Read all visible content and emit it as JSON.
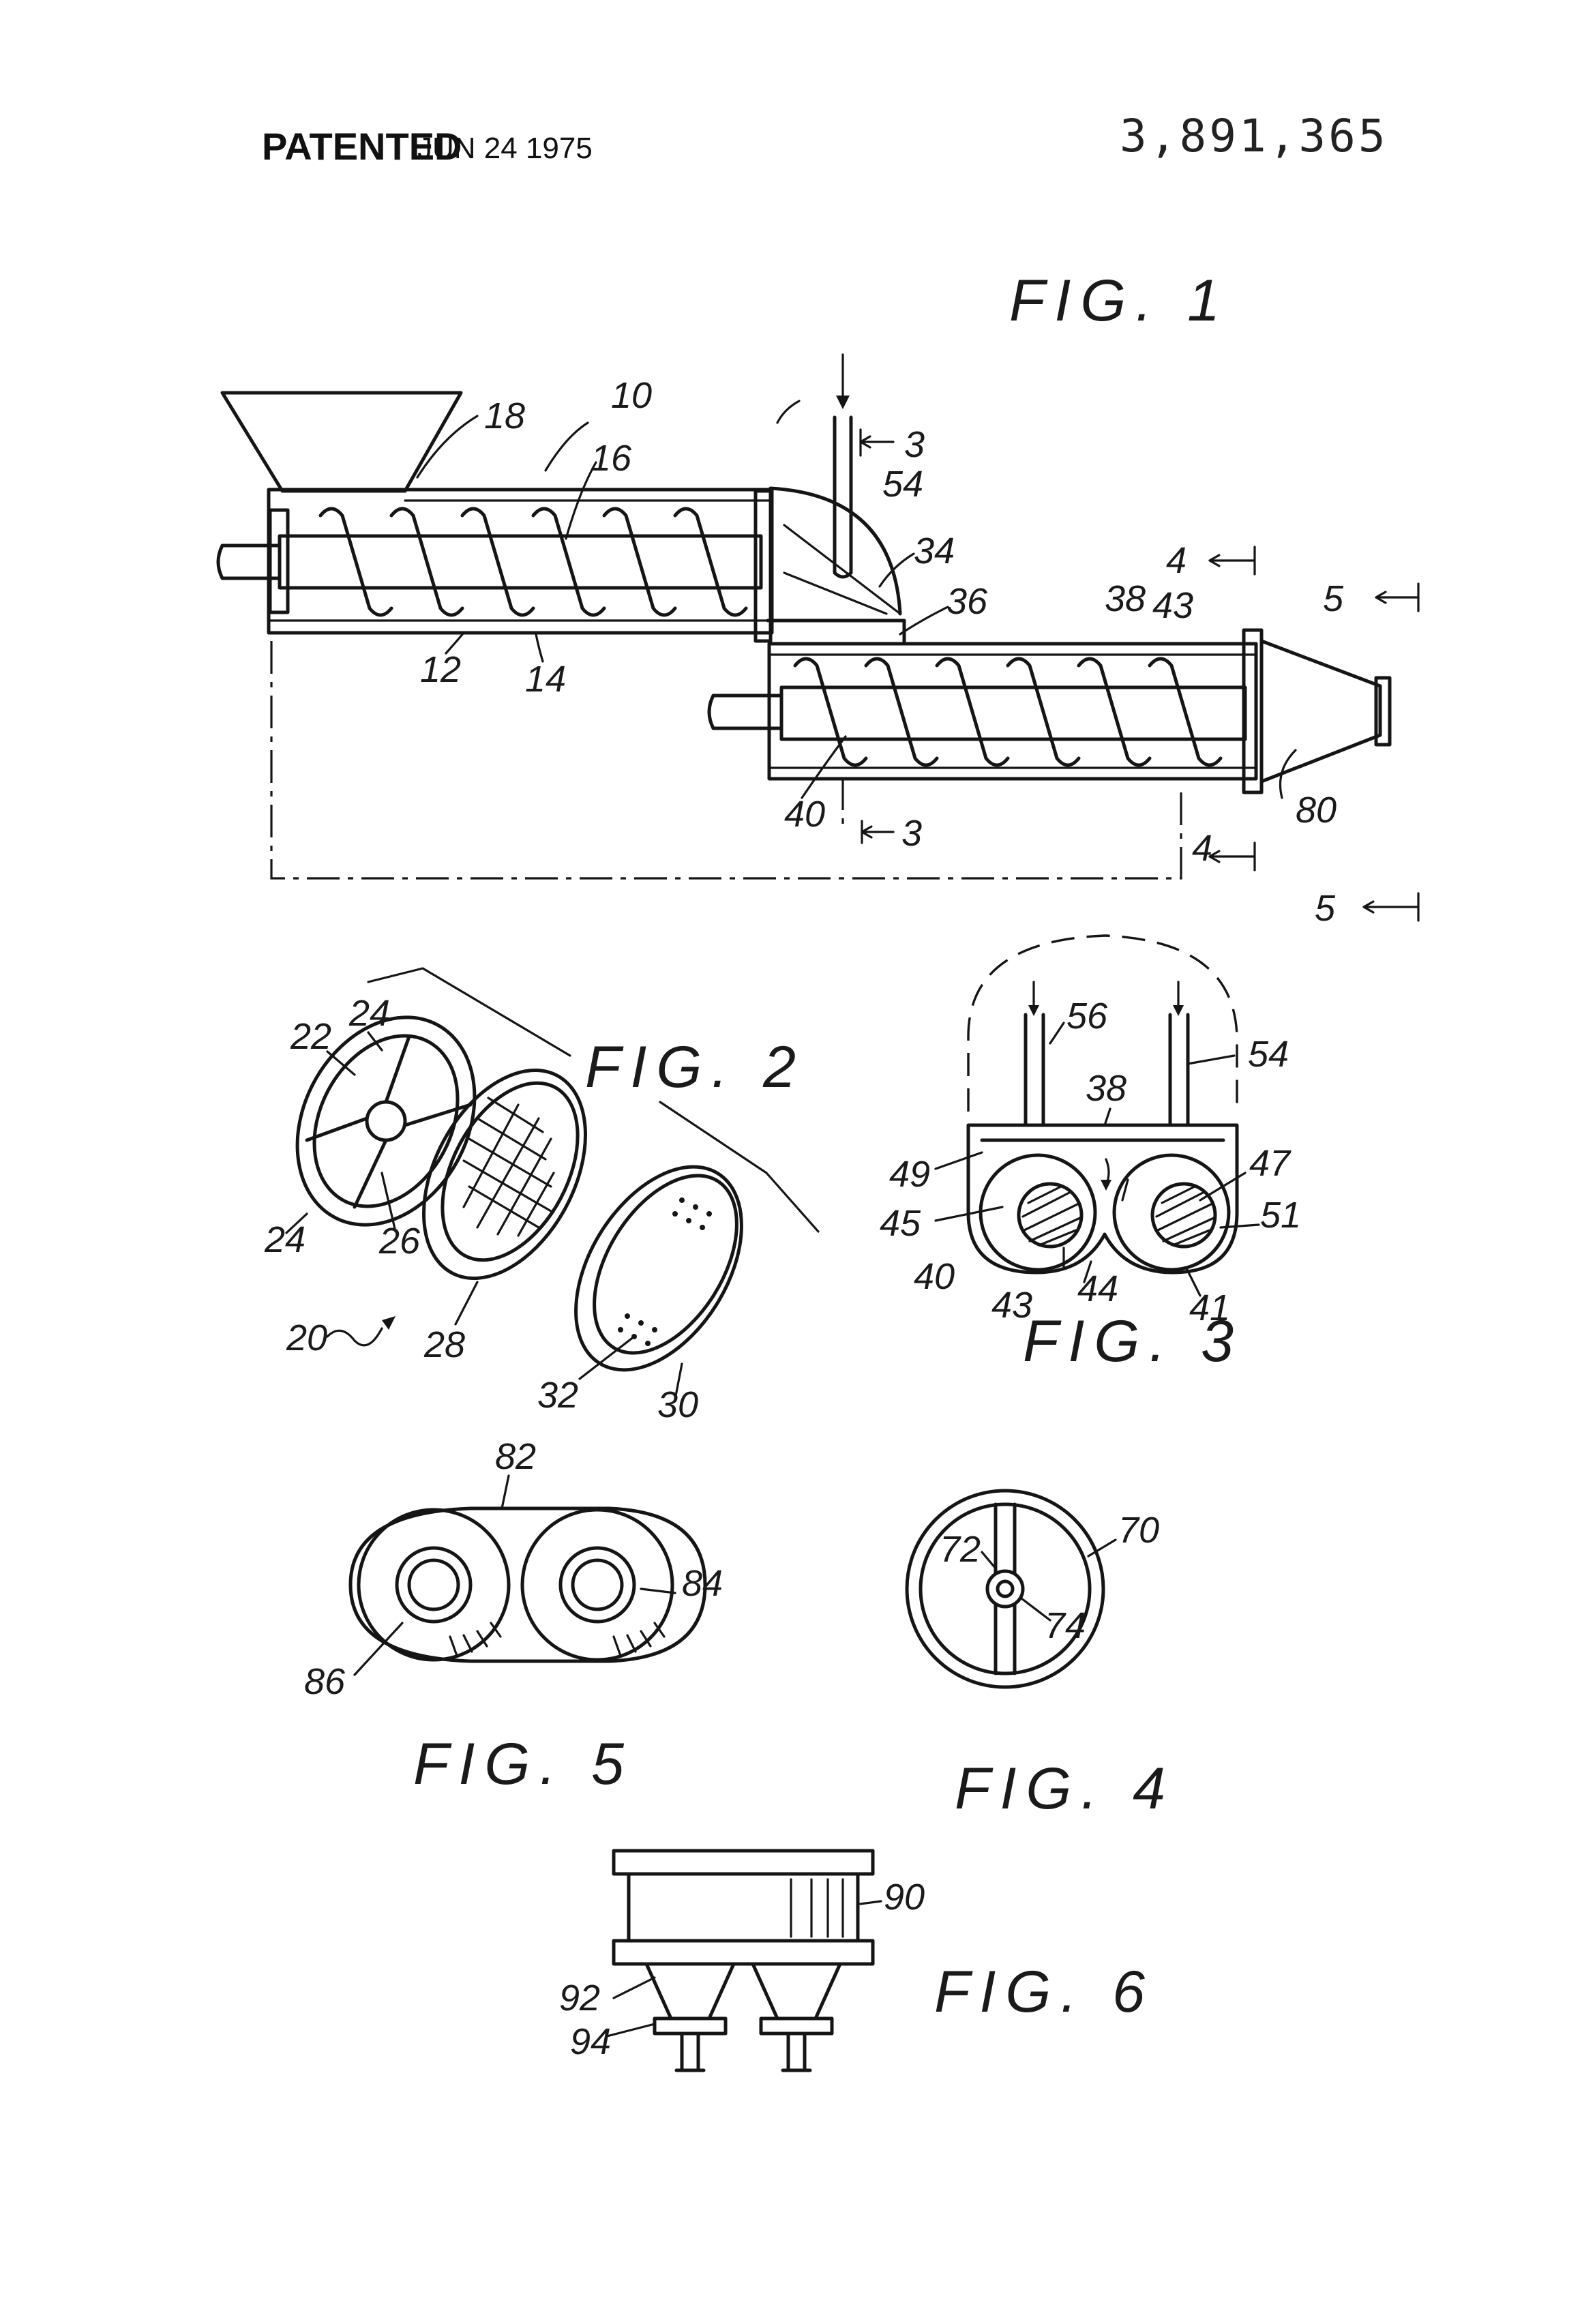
{
  "header": {
    "patented": "PATENTED",
    "date": "JUN 24 1975",
    "patent_number": "3,891,365"
  },
  "figures": {
    "fig1": "FIG. 1",
    "fig2": "FIG. 2",
    "fig3": "FIG. 3",
    "fig4": "FIG. 4",
    "fig5": "FIG. 5",
    "fig6": "FIG. 6"
  },
  "refs": {
    "r10": "10",
    "r12": "12",
    "r14": "14",
    "r16": "16",
    "r18": "18",
    "r20": "20",
    "r22": "22",
    "r24a": "24",
    "r24b": "24",
    "r26": "26",
    "r28": "28",
    "r30": "30",
    "r32": "32",
    "r34": "34",
    "r36": "36",
    "r38": "38",
    "r38b": "38",
    "r40": "40",
    "r40b": "40",
    "r41": "41",
    "r43": "43",
    "r43b": "43",
    "r44": "44",
    "r45": "45",
    "r47": "47",
    "r49": "49",
    "r51": "51",
    "r54": "54",
    "r54b": "54",
    "r56": "56",
    "r70": "70",
    "r72": "72",
    "r74": "74",
    "r80": "80",
    "r82": "82",
    "r84": "84",
    "r86": "86",
    "r90": "90",
    "r92": "92",
    "r94": "94",
    "s3a": "3",
    "s3b": "3",
    "s4a": "4",
    "s4b": "4",
    "s5a": "5",
    "s5b": "5"
  }
}
